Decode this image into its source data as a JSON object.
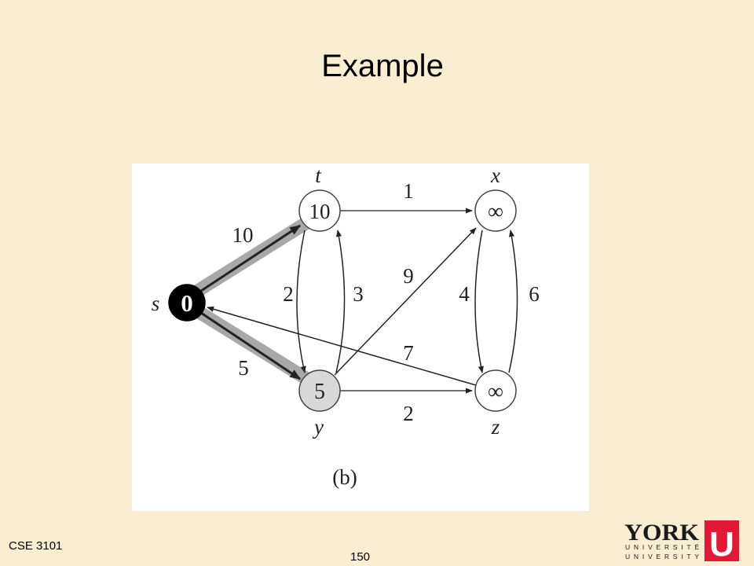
{
  "slide": {
    "title": "Example",
    "footer_course": "CSE 3101",
    "page_number": "150"
  },
  "graph": {
    "caption": "(b)",
    "nodes": {
      "s": {
        "name": "s",
        "value": "0"
      },
      "t": {
        "name": "t",
        "value": "10"
      },
      "x": {
        "name": "x",
        "value": "∞"
      },
      "y": {
        "name": "y",
        "value": "5"
      },
      "z": {
        "name": "z",
        "value": "∞"
      }
    },
    "edges": {
      "s_t": "10",
      "s_y": "5",
      "t_x": "1",
      "t_y": "2",
      "y_t": "3",
      "y_x": "9",
      "x_z": "4",
      "z_x": "6",
      "z_s": "7",
      "y_z": "2"
    }
  },
  "logo": {
    "wordmark": "YORK",
    "line1": "UNIVERSITÉ",
    "line2": "UNIVERSITY",
    "letter": "U",
    "color": "#e31837"
  }
}
